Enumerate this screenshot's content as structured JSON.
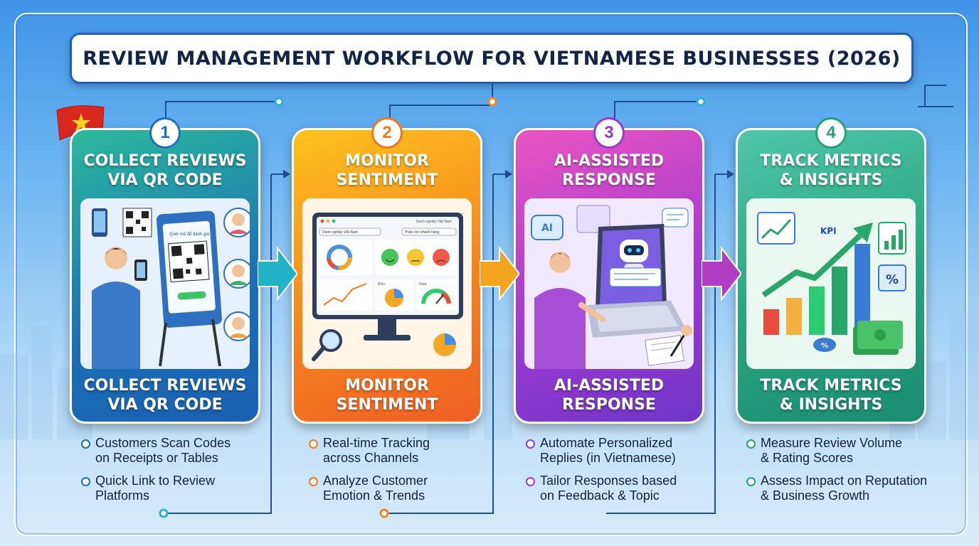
{
  "title": "REVIEW MANAGEMENT WORKFLOW FOR VIETNAMESE BUSINESSES (2026)",
  "steps": [
    {
      "number": "1",
      "heading_line1": "COLLECT REVIEWS",
      "heading_line2": "VIA QR CODE",
      "footer_line1": "COLLECT REVIEWS",
      "footer_line2": "VIA QR CODE",
      "accent": "#1f6fb8",
      "bullets": [
        [
          "Customers Scan Codes",
          "on Receipts or Tables"
        ],
        [
          "Quick Link to Review",
          "Platforms"
        ]
      ]
    },
    {
      "number": "2",
      "heading_line1": "MONITOR",
      "heading_line2": "SENTIMENT",
      "footer_line1": "MONITOR",
      "footer_line2": "SENTIMENT",
      "accent": "#ef7a1e",
      "bullets": [
        [
          "Real-time Tracking",
          "across Channels"
        ],
        [
          "Analyze Customer",
          "Emotion & Trends"
        ]
      ]
    },
    {
      "number": "3",
      "heading_line1": "AI-ASSISTED",
      "heading_line2": "RESPONSE",
      "footer_line1": "AI-ASSISTED",
      "footer_line2": "RESPONSE",
      "accent": "#9a3bcf",
      "bullets": [
        [
          "Automate Personalized",
          "Replies (in Vietnamese)"
        ],
        [
          "Tailor Responses based",
          "on Feedback & Topic"
        ]
      ]
    },
    {
      "number": "4",
      "heading_line1": "TRACK METRICS",
      "heading_line2": "& INSIGHTS",
      "footer_line1": "TRACK METRICS",
      "footer_line2": "& INSIGHTS",
      "accent": "#24a07b",
      "bullets": [
        [
          "Measure Review Volume",
          "& Rating Scores"
        ],
        [
          "Assess Impact on Reputation",
          "& Business Growth"
        ]
      ]
    }
  ],
  "illustrations": {
    "step1": {
      "stand_label": "Quét mã để đánh giá"
    },
    "step2": {
      "window_title": "Danh nghiệp Việt Nam",
      "dropdown": "Danh nghiệp Việt Nam",
      "filter": "Phân tích khách hàng",
      "panel_a": "Biểu",
      "panel_b": "Data"
    },
    "step3": {
      "badge": "AI"
    },
    "step4": {
      "badge": "KPI",
      "percent": "%"
    }
  },
  "icons": [
    "vietnam-flag-icon",
    "qr-code-icon",
    "phone-icon",
    "smiley-icon",
    "magnifier-icon",
    "robot-icon",
    "kpi-chart-icon",
    "money-stack-icon"
  ]
}
